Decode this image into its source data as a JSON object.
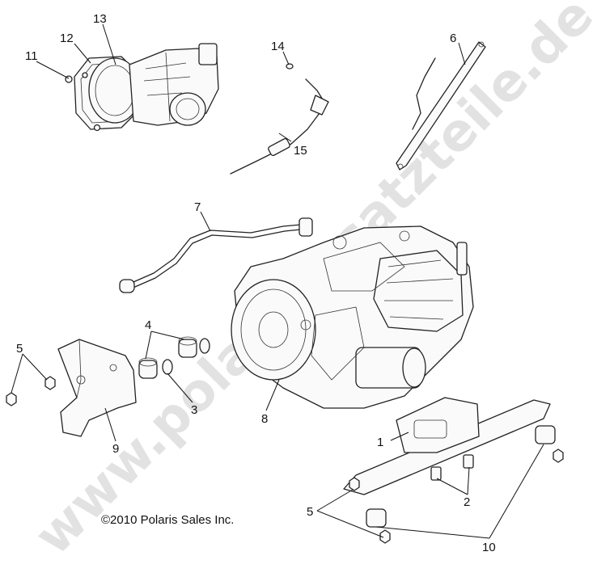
{
  "diagram": {
    "copyright": "©2010 Polaris Sales Inc.",
    "watermark": "www.polarisersatzteile.de",
    "callouts": {
      "c1": "1",
      "c2": "2",
      "c3": "3",
      "c4": "4",
      "c5a": "5",
      "c5b": "5",
      "c6": "6",
      "c7": "7",
      "c8": "8",
      "c9": "9",
      "c10": "10",
      "c11": "11",
      "c12": "12",
      "c13": "13",
      "c14": "14",
      "c15": "15"
    }
  }
}
